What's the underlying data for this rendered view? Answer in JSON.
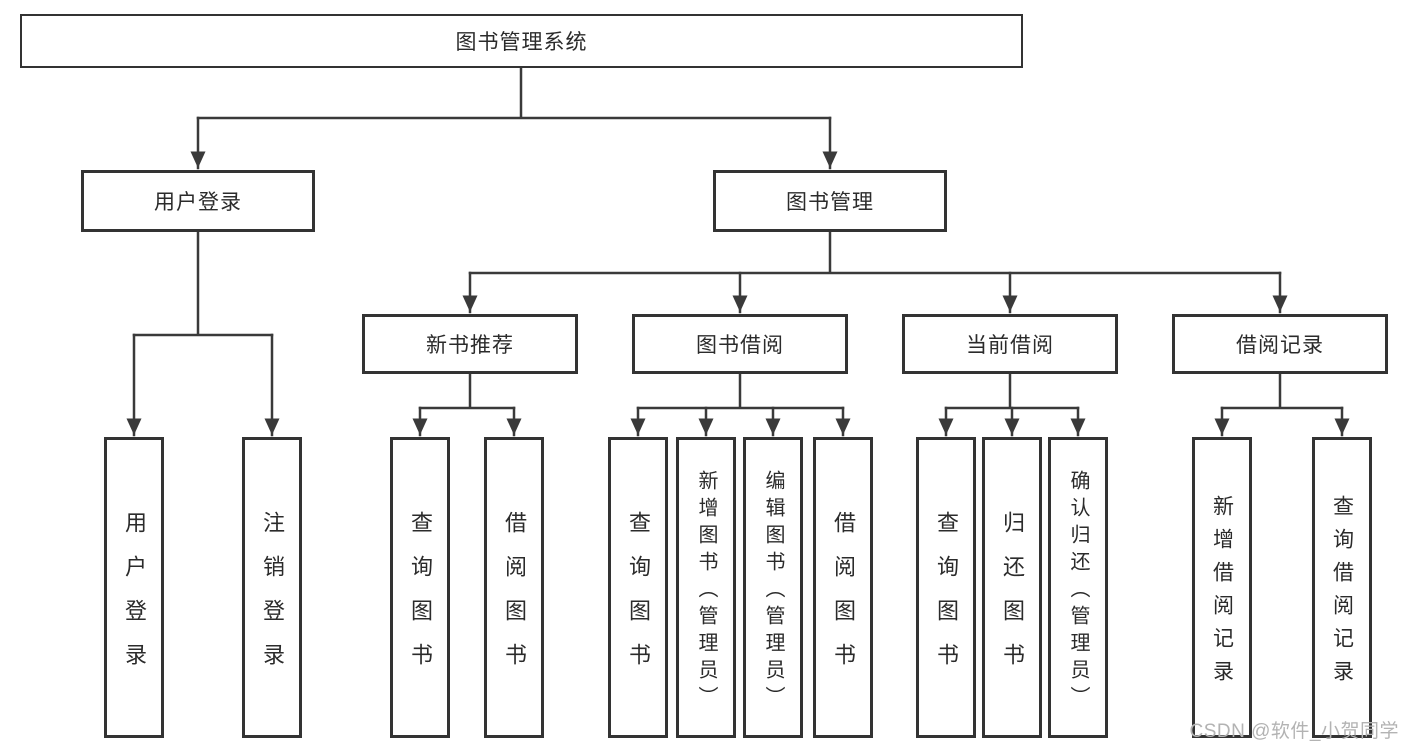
{
  "title": "图书管理系统",
  "watermark": "CSDN @软件_小贺同学",
  "colors": {
    "line": "#3a3a3a",
    "box_border": "#333333",
    "text": "#2b2b2b",
    "watermark": "#b3b3b3",
    "background": "#ffffff"
  },
  "tree": {
    "root": {
      "label": "图书管理系统"
    },
    "children": [
      {
        "label": "用户登录",
        "children": [
          {
            "label": "用户登录"
          },
          {
            "label": "注销登录"
          }
        ]
      },
      {
        "label": "图书管理",
        "children": [
          {
            "label": "新书推荐",
            "children": [
              {
                "label": "查询图书"
              },
              {
                "label": "借阅图书"
              }
            ]
          },
          {
            "label": "图书借阅",
            "children": [
              {
                "label": "查询图书"
              },
              {
                "label": "新增图书（管理员）"
              },
              {
                "label": "编辑图书（管理员）"
              },
              {
                "label": "借阅图书"
              }
            ]
          },
          {
            "label": "当前借阅",
            "children": [
              {
                "label": "查询图书"
              },
              {
                "label": "归还图书"
              },
              {
                "label": "确认归还（管理员）"
              }
            ]
          },
          {
            "label": "借阅记录",
            "children": [
              {
                "label": "新增借阅记录"
              },
              {
                "label": "查询借阅记录"
              }
            ]
          }
        ]
      }
    ]
  }
}
